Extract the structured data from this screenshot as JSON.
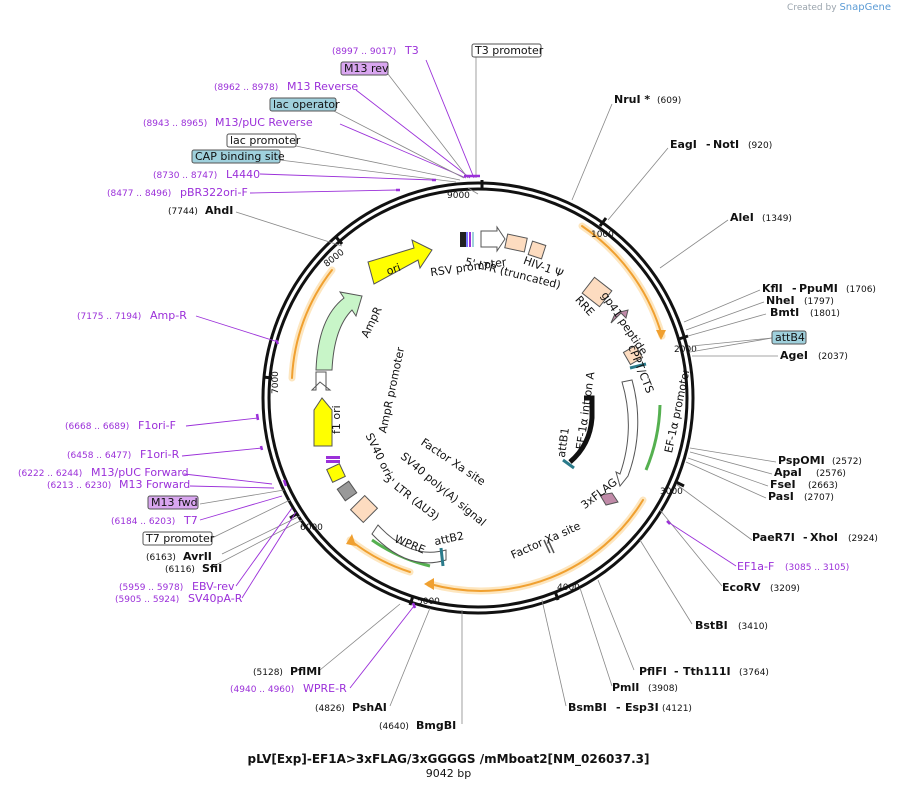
{
  "brand": {
    "prefix": "Created by",
    "name": "SnapGene"
  },
  "plasmid": {
    "name": "pLV[Exp]-EF1A>3xFLAG/3xGGGGS /mMboat2[NM_026037.3]",
    "size_label": "9042 bp"
  },
  "ticks": [
    "1000",
    "2000",
    "3000",
    "4000",
    "5000",
    "6000",
    "7000",
    "8000",
    "9000"
  ],
  "sites": [
    {
      "name": "NruI *",
      "pos": "(609)"
    },
    {
      "name": "EagI",
      "name2": "NotI",
      "pos": "(920)"
    },
    {
      "name": "AleI",
      "pos": "(1349)"
    },
    {
      "name": "KflI",
      "name2": "PpuMI",
      "pos": "(1706)"
    },
    {
      "name": "NheI",
      "pos": "(1797)"
    },
    {
      "name": "BmtI",
      "pos": "(1801)"
    },
    {
      "name": "AgeI",
      "pos": "(2037)"
    },
    {
      "name": "PspOMI",
      "pos": "(2572)"
    },
    {
      "name": "ApaI",
      "pos": "(2576)"
    },
    {
      "name": "FseI",
      "pos": "(2663)"
    },
    {
      "name": "PasI",
      "pos": "(2707)"
    },
    {
      "name": "PaeR7I",
      "name2": "XhoI",
      "pos": "(2924)"
    },
    {
      "name": "EcoRV",
      "pos": "(3209)"
    },
    {
      "name": "BstBI",
      "pos": "(3410)"
    },
    {
      "name": "PflFI",
      "name2": "Tth111I",
      "pos": "(3764)"
    },
    {
      "name": "PmlI",
      "pos": "(3908)"
    },
    {
      "name": "BsmBI",
      "name2": "Esp3I",
      "pos": "(4121)"
    },
    {
      "name": "BmgBI",
      "pos": "(4640)"
    },
    {
      "name": "PshAI",
      "pos": "(4826)"
    },
    {
      "name": "PflMI",
      "pos": "(5128)"
    },
    {
      "name": "SfiI",
      "pos": "(6116)"
    },
    {
      "name": "AvrII",
      "pos": "(6163)"
    },
    {
      "name": "AhdI",
      "pos": "(7744)"
    }
  ],
  "primers": [
    {
      "range": "(8997 .. 9017)",
      "name": "T3"
    },
    {
      "range": "(8962 .. 8978)",
      "name": "M13 Reverse"
    },
    {
      "range": "(8943 .. 8965)",
      "name": "M13/pUC Reverse"
    },
    {
      "range": "(8730 .. 8747)",
      "name": "L4440"
    },
    {
      "range": "(8477 .. 8496)",
      "name": "pBR322ori-F"
    },
    {
      "range": "(7175 .. 7194)",
      "name": "Amp-R"
    },
    {
      "range": "(6668 .. 6689)",
      "name": "F1ori-F"
    },
    {
      "range": "(6458 .. 6477)",
      "name": "F1ori-R"
    },
    {
      "range": "(6222 .. 6244)",
      "name": "M13/pUC Forward"
    },
    {
      "range": "(6213 .. 6230)",
      "name": "M13 Forward"
    },
    {
      "range": "(6184 .. 6203)",
      "name": "T7"
    },
    {
      "range": "(5959 .. 5978)",
      "name": "EBV-rev"
    },
    {
      "range": "(5905 .. 5924)",
      "name": "SV40pA-R"
    },
    {
      "range": "(4940 .. 4960)",
      "name": "WPRE-R"
    },
    {
      "range": "(3085 .. 3105)",
      "name": "EF1a-F"
    }
  ],
  "boxed_labels": {
    "t3_promoter": "T3 promoter",
    "m13_rev": "M13 rev",
    "lac_operator": "lac operator",
    "lac_promoter": "lac promoter",
    "cap_site": "CAP binding site",
    "attb4": "attB4",
    "m13_fwd": "M13 fwd",
    "t7_promoter": "T7 promoter"
  },
  "features": {
    "rsv": "RSV promoter",
    "ltr5": "5' LTR (truncated)",
    "hiv": "HIV-1 Ψ",
    "rre": "RRE",
    "gp41": "gp41 peptide",
    "cppt": "cPPT/CTS",
    "ef1a_intron": "EF-1α intron A",
    "attb1": "attB1",
    "ef1a_promoter": "EF-1α promoter",
    "flag": "3xFLAG",
    "fxa1": "Factor Xa site",
    "fxa2": "Factor Xa site",
    "attb2": "attB2",
    "wpre": "WPRE",
    "ltr3": "3' LTR (ΔU3)",
    "sv40pa": "SV40 poly(A) signal",
    "sv40ori": "SV40 ori",
    "f1ori": "f1 ori",
    "amp_promoter": "AmpR promoter",
    "ampr": "AmpR",
    "ori": "ori"
  },
  "colors": {
    "primer": "#9b30d9",
    "orf": "#f0a030",
    "amp": "#c8f5c8",
    "ori": "#ffff00",
    "box_blue": "#9fd0dc",
    "box_purple": "#d9a6f0",
    "feature": "#fddcc0",
    "cds": "#c08aa8"
  }
}
